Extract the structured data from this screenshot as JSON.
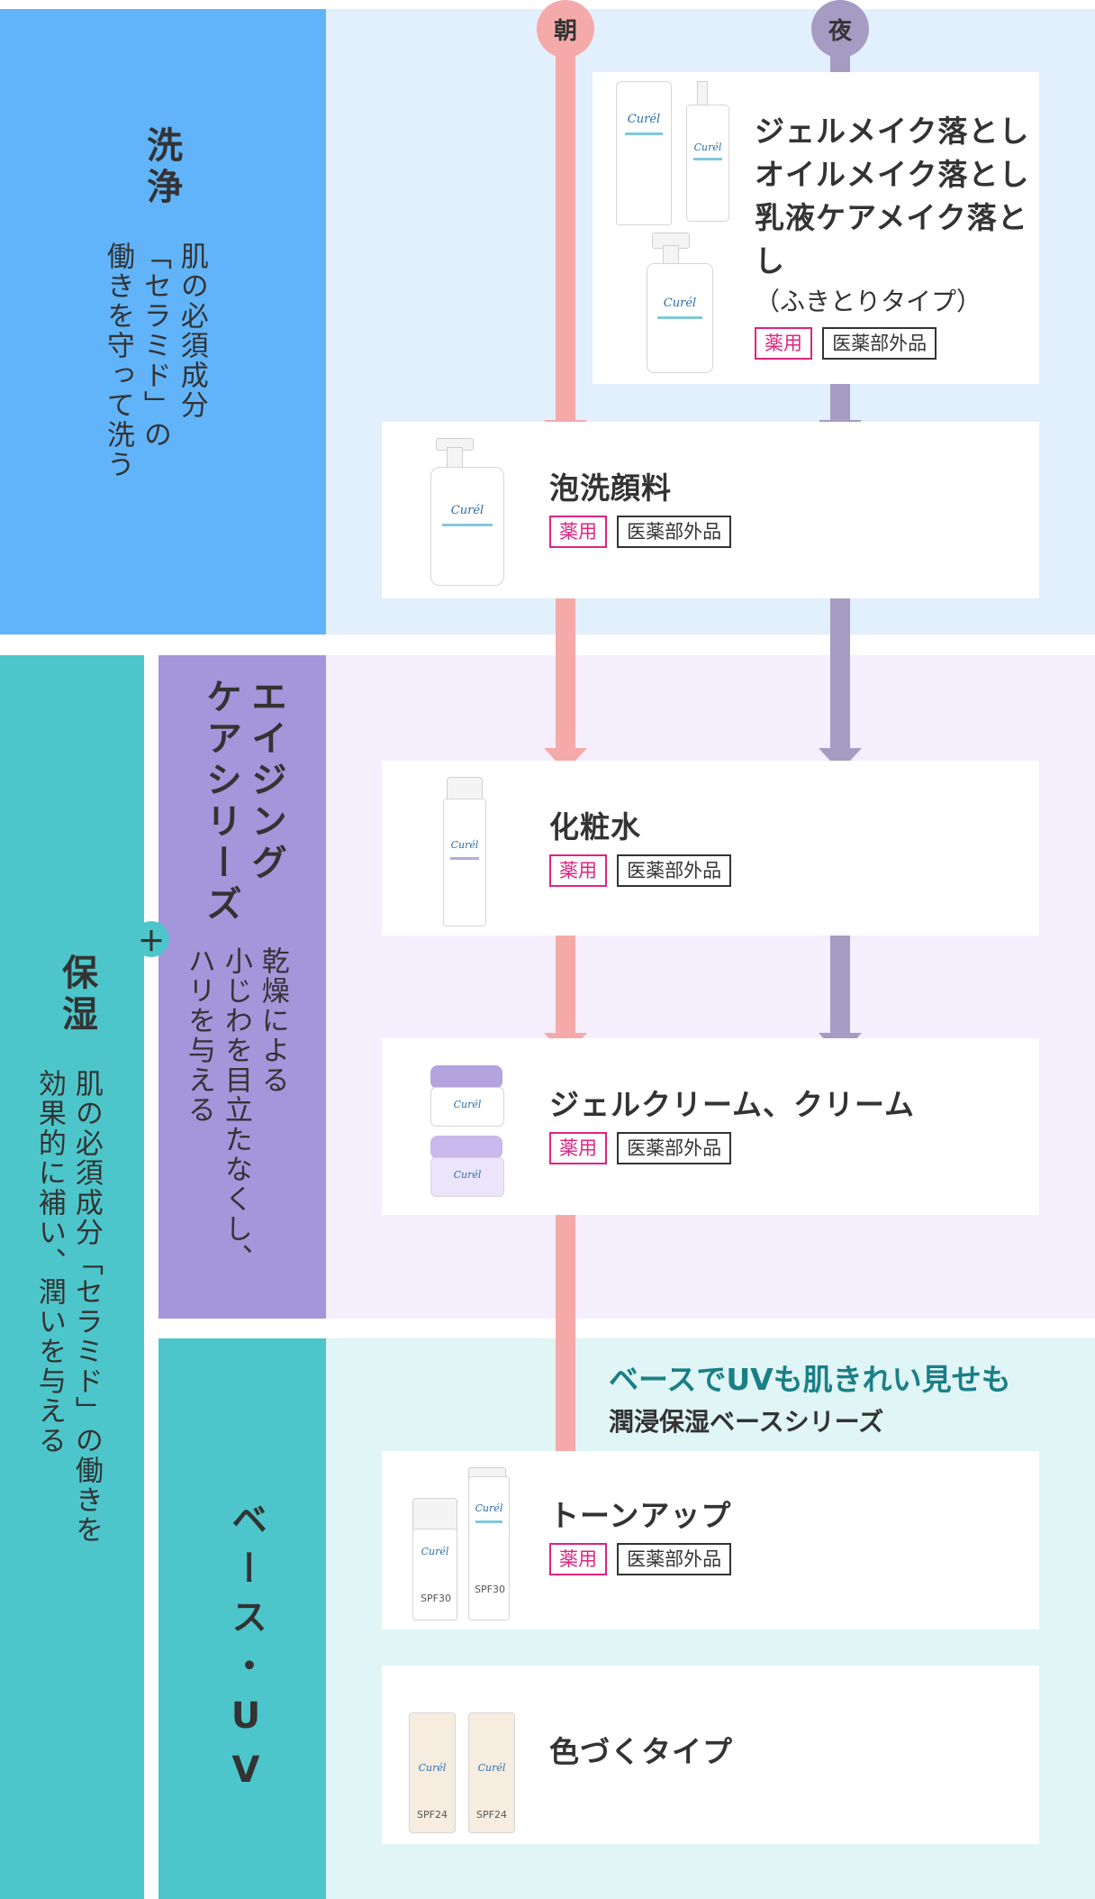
{
  "times": {
    "morning": "朝",
    "night": "夜"
  },
  "colors": {
    "morning_line": "#f5aaaa",
    "night_line": "#a69bc3",
    "badge_pink": "#e0237f",
    "base_headline": "#1a7f86"
  },
  "categories": {
    "cleanse": {
      "title": "洗浄",
      "desc_lines": [
        "肌の必須成分",
        "「セラミド」の",
        "働きを守って洗う"
      ]
    },
    "moisture": {
      "title": "保湿",
      "desc_lines": [
        "肌の必須成分「セラミド」の働きを",
        "効果的に補い、潤いを与える"
      ]
    },
    "aging": {
      "title_lines": [
        "エイジング",
        "ケアシリーズ"
      ],
      "desc_lines": [
        "乾燥による",
        "小じわを目立たなくし、",
        "ハリを与える"
      ]
    },
    "base": {
      "title": "ベース・UV"
    },
    "plus": "＋"
  },
  "products": {
    "makeup_remover": {
      "lines": [
        "ジェルメイク落とし",
        "オイルメイク落とし",
        "乳液ケアメイク落とし"
      ],
      "sub": "（ふきとりタイプ）",
      "tag_pink": "薬用",
      "tag": "医薬部外品"
    },
    "foam_wash": {
      "name": "泡洗顔料",
      "tag_pink": "薬用",
      "tag": "医薬部外品"
    },
    "lotion": {
      "name": "化粧水",
      "tag_pink": "薬用",
      "tag": "医薬部外品"
    },
    "cream": {
      "name": "ジェルクリーム、クリーム",
      "tag_pink": "薬用",
      "tag": "医薬部外品"
    },
    "tone_up": {
      "name": "トーンアップ",
      "tag_pink": "薬用",
      "tag": "医薬部外品"
    },
    "tinted": {
      "name": "色づくタイプ"
    }
  },
  "base_section": {
    "headline": "ベースでUVも肌きれい見せも",
    "series": "潤浸保湿ベースシリーズ"
  },
  "package": {
    "brand": "Curél",
    "spf30": "SPF30",
    "spf24": "SPF24"
  }
}
